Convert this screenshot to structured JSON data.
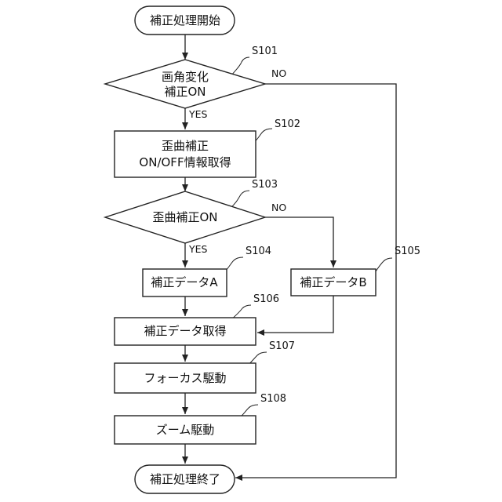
{
  "nodes": {
    "start": {
      "text": "補正処理開始"
    },
    "s101": {
      "line1": "画角変化",
      "line2": "補正ON",
      "step": "S101"
    },
    "s102": {
      "line1": "歪曲補正",
      "line2": "ON/OFF情報取得",
      "step": "S102"
    },
    "s103": {
      "text": "歪曲補正ON",
      "step": "S103"
    },
    "s104": {
      "text": "補正データA",
      "step": "S104"
    },
    "s105": {
      "text": "補正データB",
      "step": "S105"
    },
    "s106": {
      "text": "補正データ取得",
      "step": "S106"
    },
    "s107": {
      "text": "フォーカス駆動",
      "step": "S107"
    },
    "s108": {
      "text": "ズーム駆動",
      "step": "S108"
    },
    "end": {
      "text": "補正処理終了"
    }
  },
  "branches": {
    "s101_yes": "YES",
    "s101_no": "NO",
    "s103_yes": "YES",
    "s103_no": "NO"
  }
}
